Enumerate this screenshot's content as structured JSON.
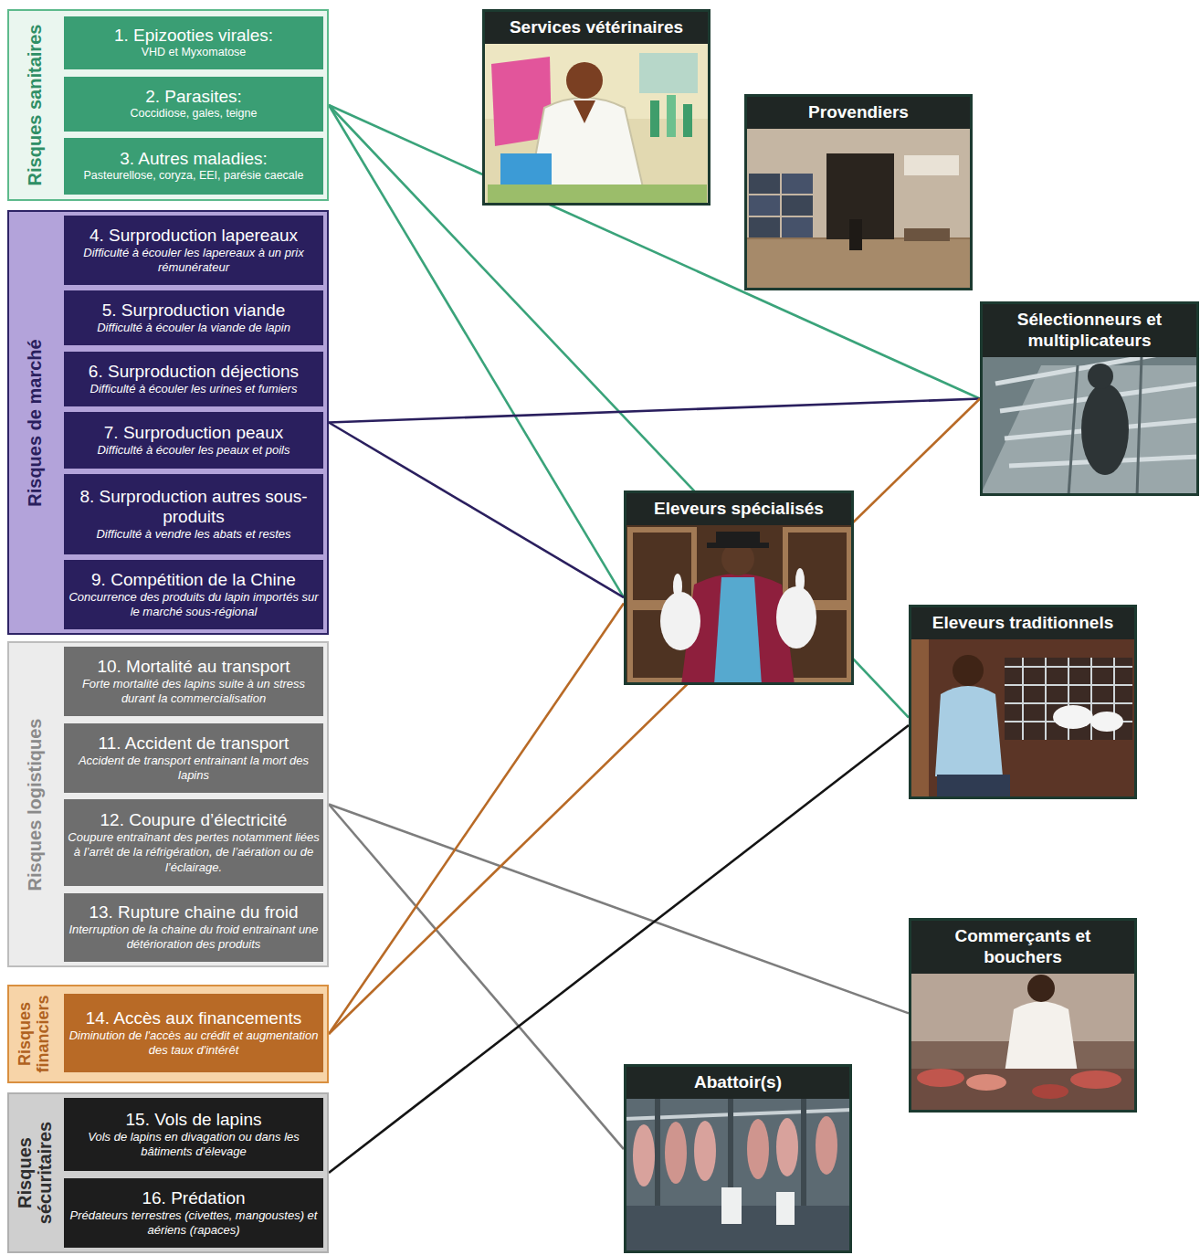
{
  "diagram": {
    "nodes": [
      {
        "text": [
          "Risques sanitaires"
        ]
      },
      {
        "text": [
          "1. Epizooties virales:",
          "VHD et Myxomatose"
        ],
        "in": 0
      },
      {
        "text": [
          "2. Parasites:",
          "Coccidiose, gales, teigne"
        ],
        "in": 0
      },
      {
        "text": [
          "3. Autres maladies:",
          "Pasteurellose, coryza, EEI, parésie caecale"
        ],
        "in": 0
      },
      {
        "text": [
          "Risques de marché"
        ]
      },
      {
        "text": [
          "4. Surproduction lapereaux",
          "Difficulté à écouler les lapereaux à un prix rémunérateur"
        ],
        "in": 4
      },
      {
        "text": [
          "5. Surproduction viande",
          "Difficulté à écouler la viande de lapin"
        ],
        "in": 4
      },
      {
        "text": [
          "6. Surproduction déjections",
          "Difficulté à écouler les urines et fumiers"
        ],
        "in": 4
      },
      {
        "text": [
          "7. Surproduction peaux",
          "Difficulté à écouler les peaux et poils"
        ],
        "in": 4
      },
      {
        "text": [
          "8. Surproduction autres sous-produits",
          "Difficulté à vendre les abats et restes"
        ],
        "in": 4
      },
      {
        "text": [
          "9. Compétition de la Chine",
          "Concurrence des produits du lapin importés sur le marché sous-régional"
        ],
        "in": 4
      },
      {
        "text": [
          "Risques logistiques"
        ]
      },
      {
        "text": [
          "10. Mortalité au transport",
          "Forte mortalité des lapins suite à un stress durant la commercialisation"
        ],
        "in": 11
      },
      {
        "text": [
          "11. Accident de transport",
          "Accident de transport entrainant la mort des lapins"
        ],
        "in": 11
      },
      {
        "text": [
          "12. Coupure d’électricité",
          "Coupure entraînant des pertes notamment liées à l’arrêt de la réfrigération, de l’aération ou de l’éclairage."
        ],
        "in": 11
      },
      {
        "text": [
          "13. Rupture chaine du froid",
          "Interruption de la chaine du froid entrainant une détérioration des produits"
        ],
        "in": 11
      },
      {
        "text": [
          "Risques financiers"
        ]
      },
      {
        "text": [
          "14. Accès aux financements",
          "Diminution de l'accès au crédit et augmentation des taux d'intérêt"
        ],
        "in": 16
      },
      {
        "text": [
          "Risques sécuritaires"
        ]
      },
      {
        "text": [
          "15. Vols de lapins",
          "Vols de lapins en divagation ou dans les bâtiments d’élevage"
        ],
        "in": 18
      },
      {
        "text": [
          "16. Prédation",
          "Prédateurs terrestres (civettes, mangoustes) et aériens (rapaces)"
        ],
        "in": 18
      },
      {
        "text": [
          "Services vétérinaires"
        ]
      },
      {
        "text": [
          "Provendiers"
        ]
      },
      {
        "text": [
          "Sélectionneurs et multiplicateurs"
        ]
      },
      {
        "text": [
          "Eleveurs spécialisés"
        ]
      },
      {
        "text": [
          "Eleveurs traditionnels"
        ]
      },
      {
        "text": [
          "Commerçants et bouchers"
        ]
      },
      {
        "text": [
          "Abattoir(s)"
        ]
      }
    ],
    "edges": [
      {
        "from": 0,
        "to": 23,
        "arrow": "none"
      },
      {
        "from": 0,
        "to": 24,
        "arrow": "none"
      },
      {
        "from": 0,
        "to": 25,
        "arrow": "none"
      },
      {
        "from": 4,
        "to": 23,
        "arrow": "none"
      },
      {
        "from": 4,
        "to": 24,
        "arrow": "none"
      },
      {
        "from": 11,
        "to": 26,
        "arrow": "none"
      },
      {
        "from": 11,
        "to": 27,
        "arrow": "none"
      },
      {
        "from": 16,
        "to": 23,
        "arrow": "none"
      },
      {
        "from": 16,
        "to": 24,
        "arrow": "none"
      },
      {
        "from": 18,
        "to": 25,
        "arrow": "none"
      }
    ]
  }
}
